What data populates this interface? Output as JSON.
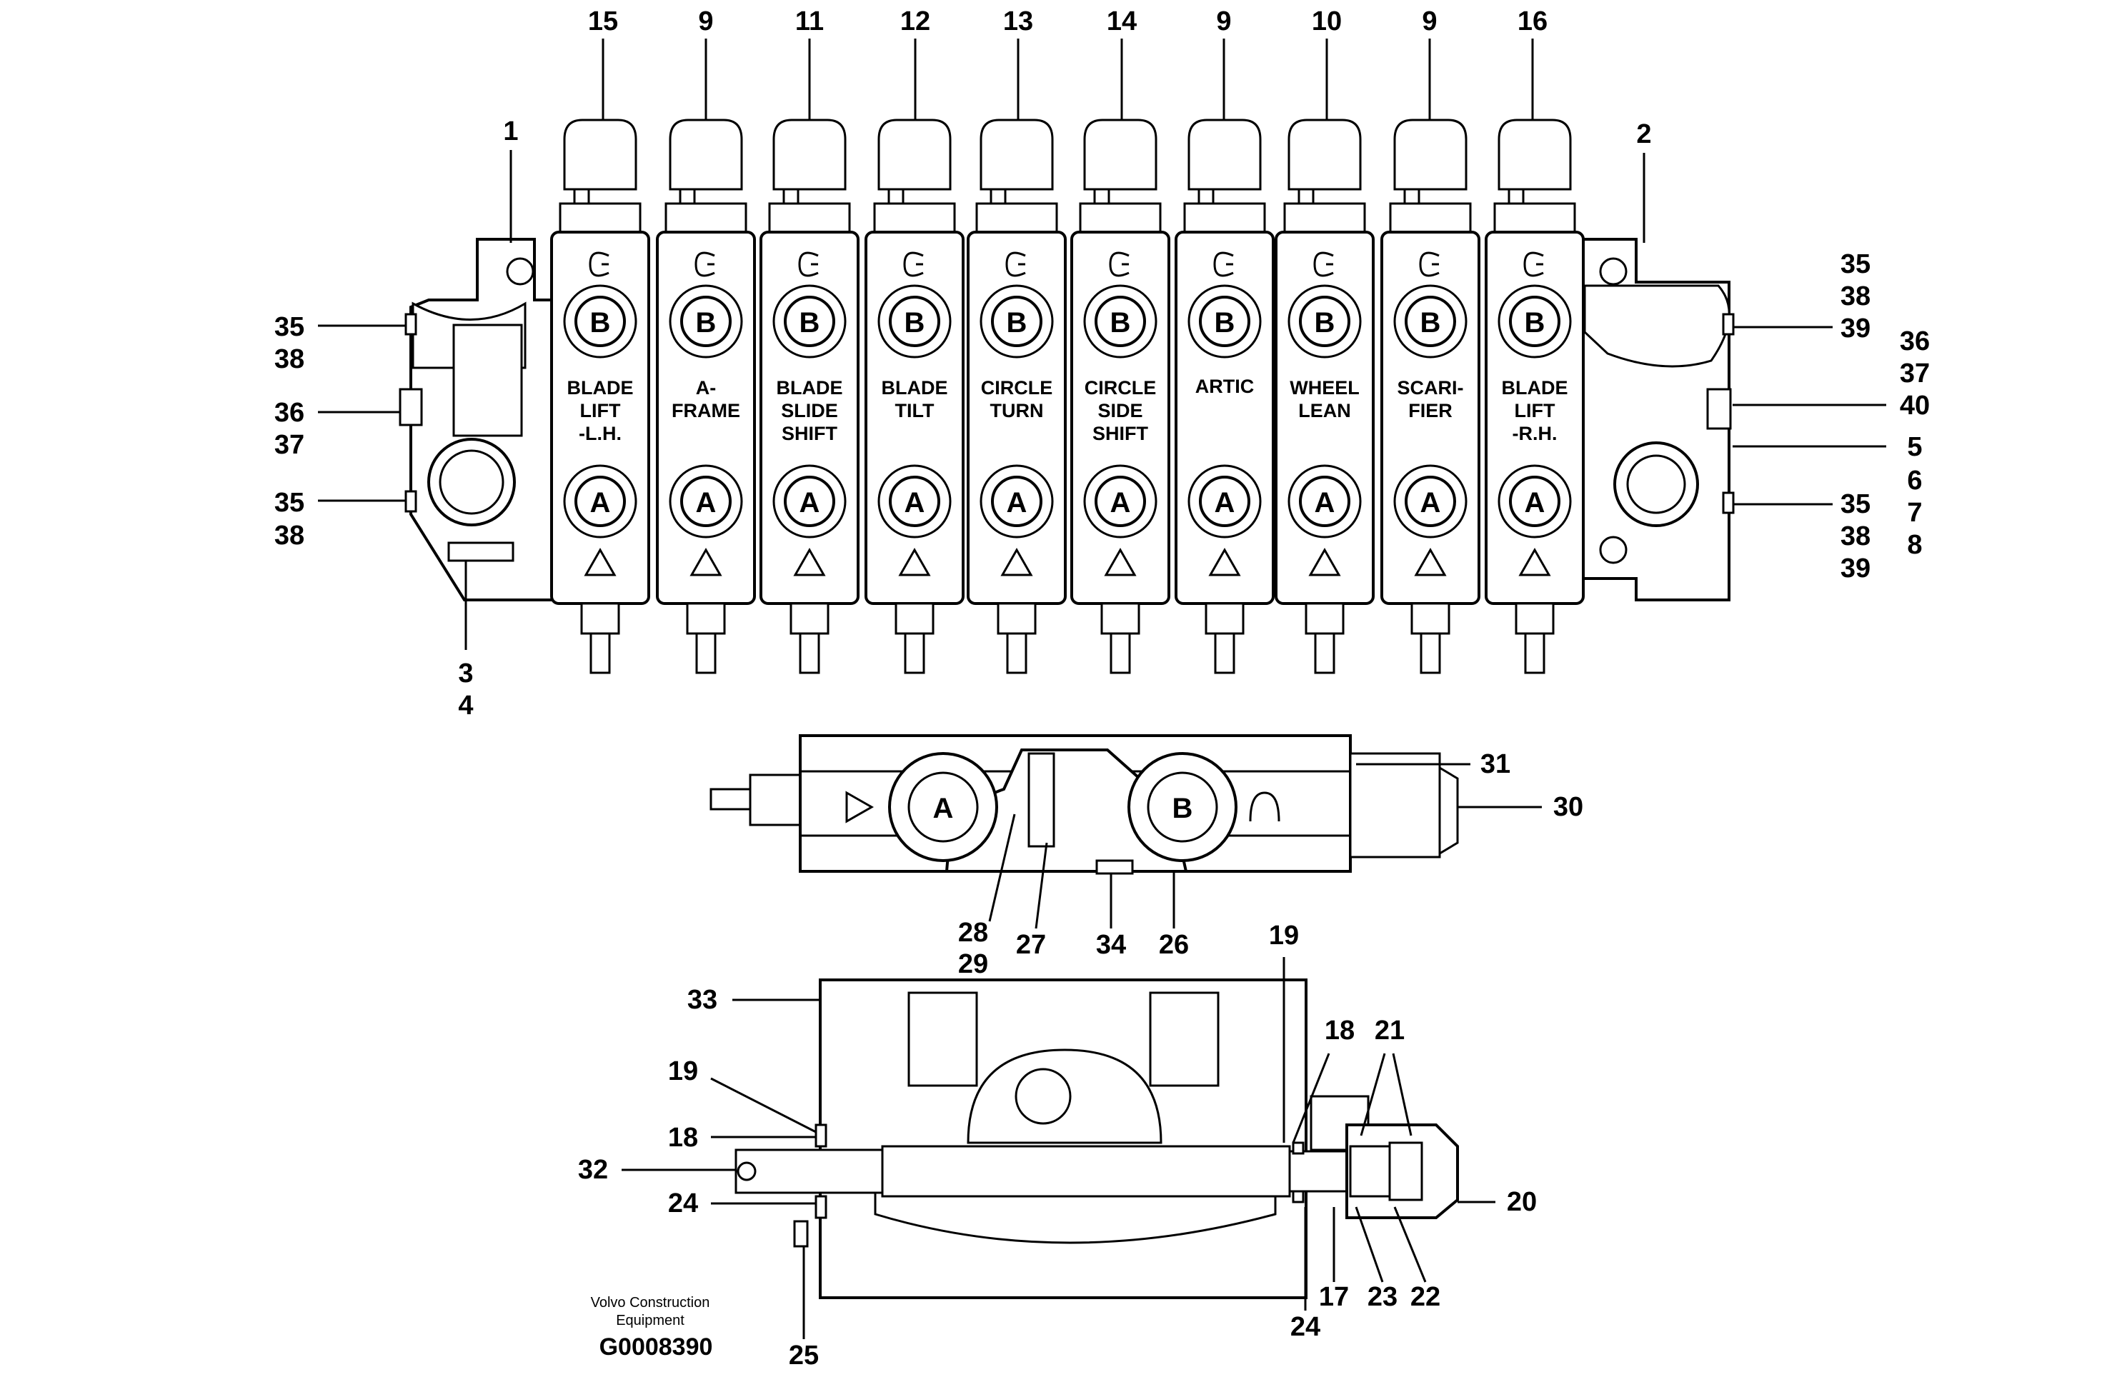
{
  "callouts": {
    "top": [
      "15",
      "9",
      "11",
      "12",
      "13",
      "14",
      "9",
      "10",
      "9",
      "16"
    ],
    "c1": "1",
    "c2": "2",
    "left": [
      "35",
      "38",
      "36",
      "37",
      "35",
      "38"
    ],
    "c3": "3",
    "c4": "4",
    "right_a": [
      "35",
      "38",
      "39"
    ],
    "right_b": [
      "36",
      "37",
      "40",
      "5",
      "6",
      "7",
      "8"
    ],
    "right_c": [
      "35",
      "38",
      "39"
    ],
    "side": [
      "31",
      "30",
      "28",
      "29",
      "27",
      "34",
      "26"
    ],
    "bottom": [
      "19",
      "33",
      "18",
      "21",
      "19",
      "18",
      "32",
      "24",
      "20",
      "17",
      "23",
      "22",
      "24",
      "25"
    ]
  },
  "sections": [
    [
      "BLADE",
      "LIFT",
      "-L.H."
    ],
    [
      "A-",
      "FRAME"
    ],
    [
      "BLADE",
      "SLIDE",
      "SHIFT"
    ],
    [
      "BLADE",
      "TILT"
    ],
    [
      "CIRCLE",
      "TURN"
    ],
    [
      "CIRCLE",
      "SIDE",
      "SHIFT"
    ],
    [
      "ARTIC"
    ],
    [
      "WHEEL",
      "LEAN"
    ],
    [
      "SCARI-",
      "FIER"
    ],
    [
      "BLADE",
      "LIFT",
      "-R.H."
    ]
  ],
  "ports": {
    "a": "A",
    "b": "B"
  },
  "caption": {
    "line1": "Volvo Construction",
    "line2": "Equipment",
    "code": "G0008390"
  }
}
